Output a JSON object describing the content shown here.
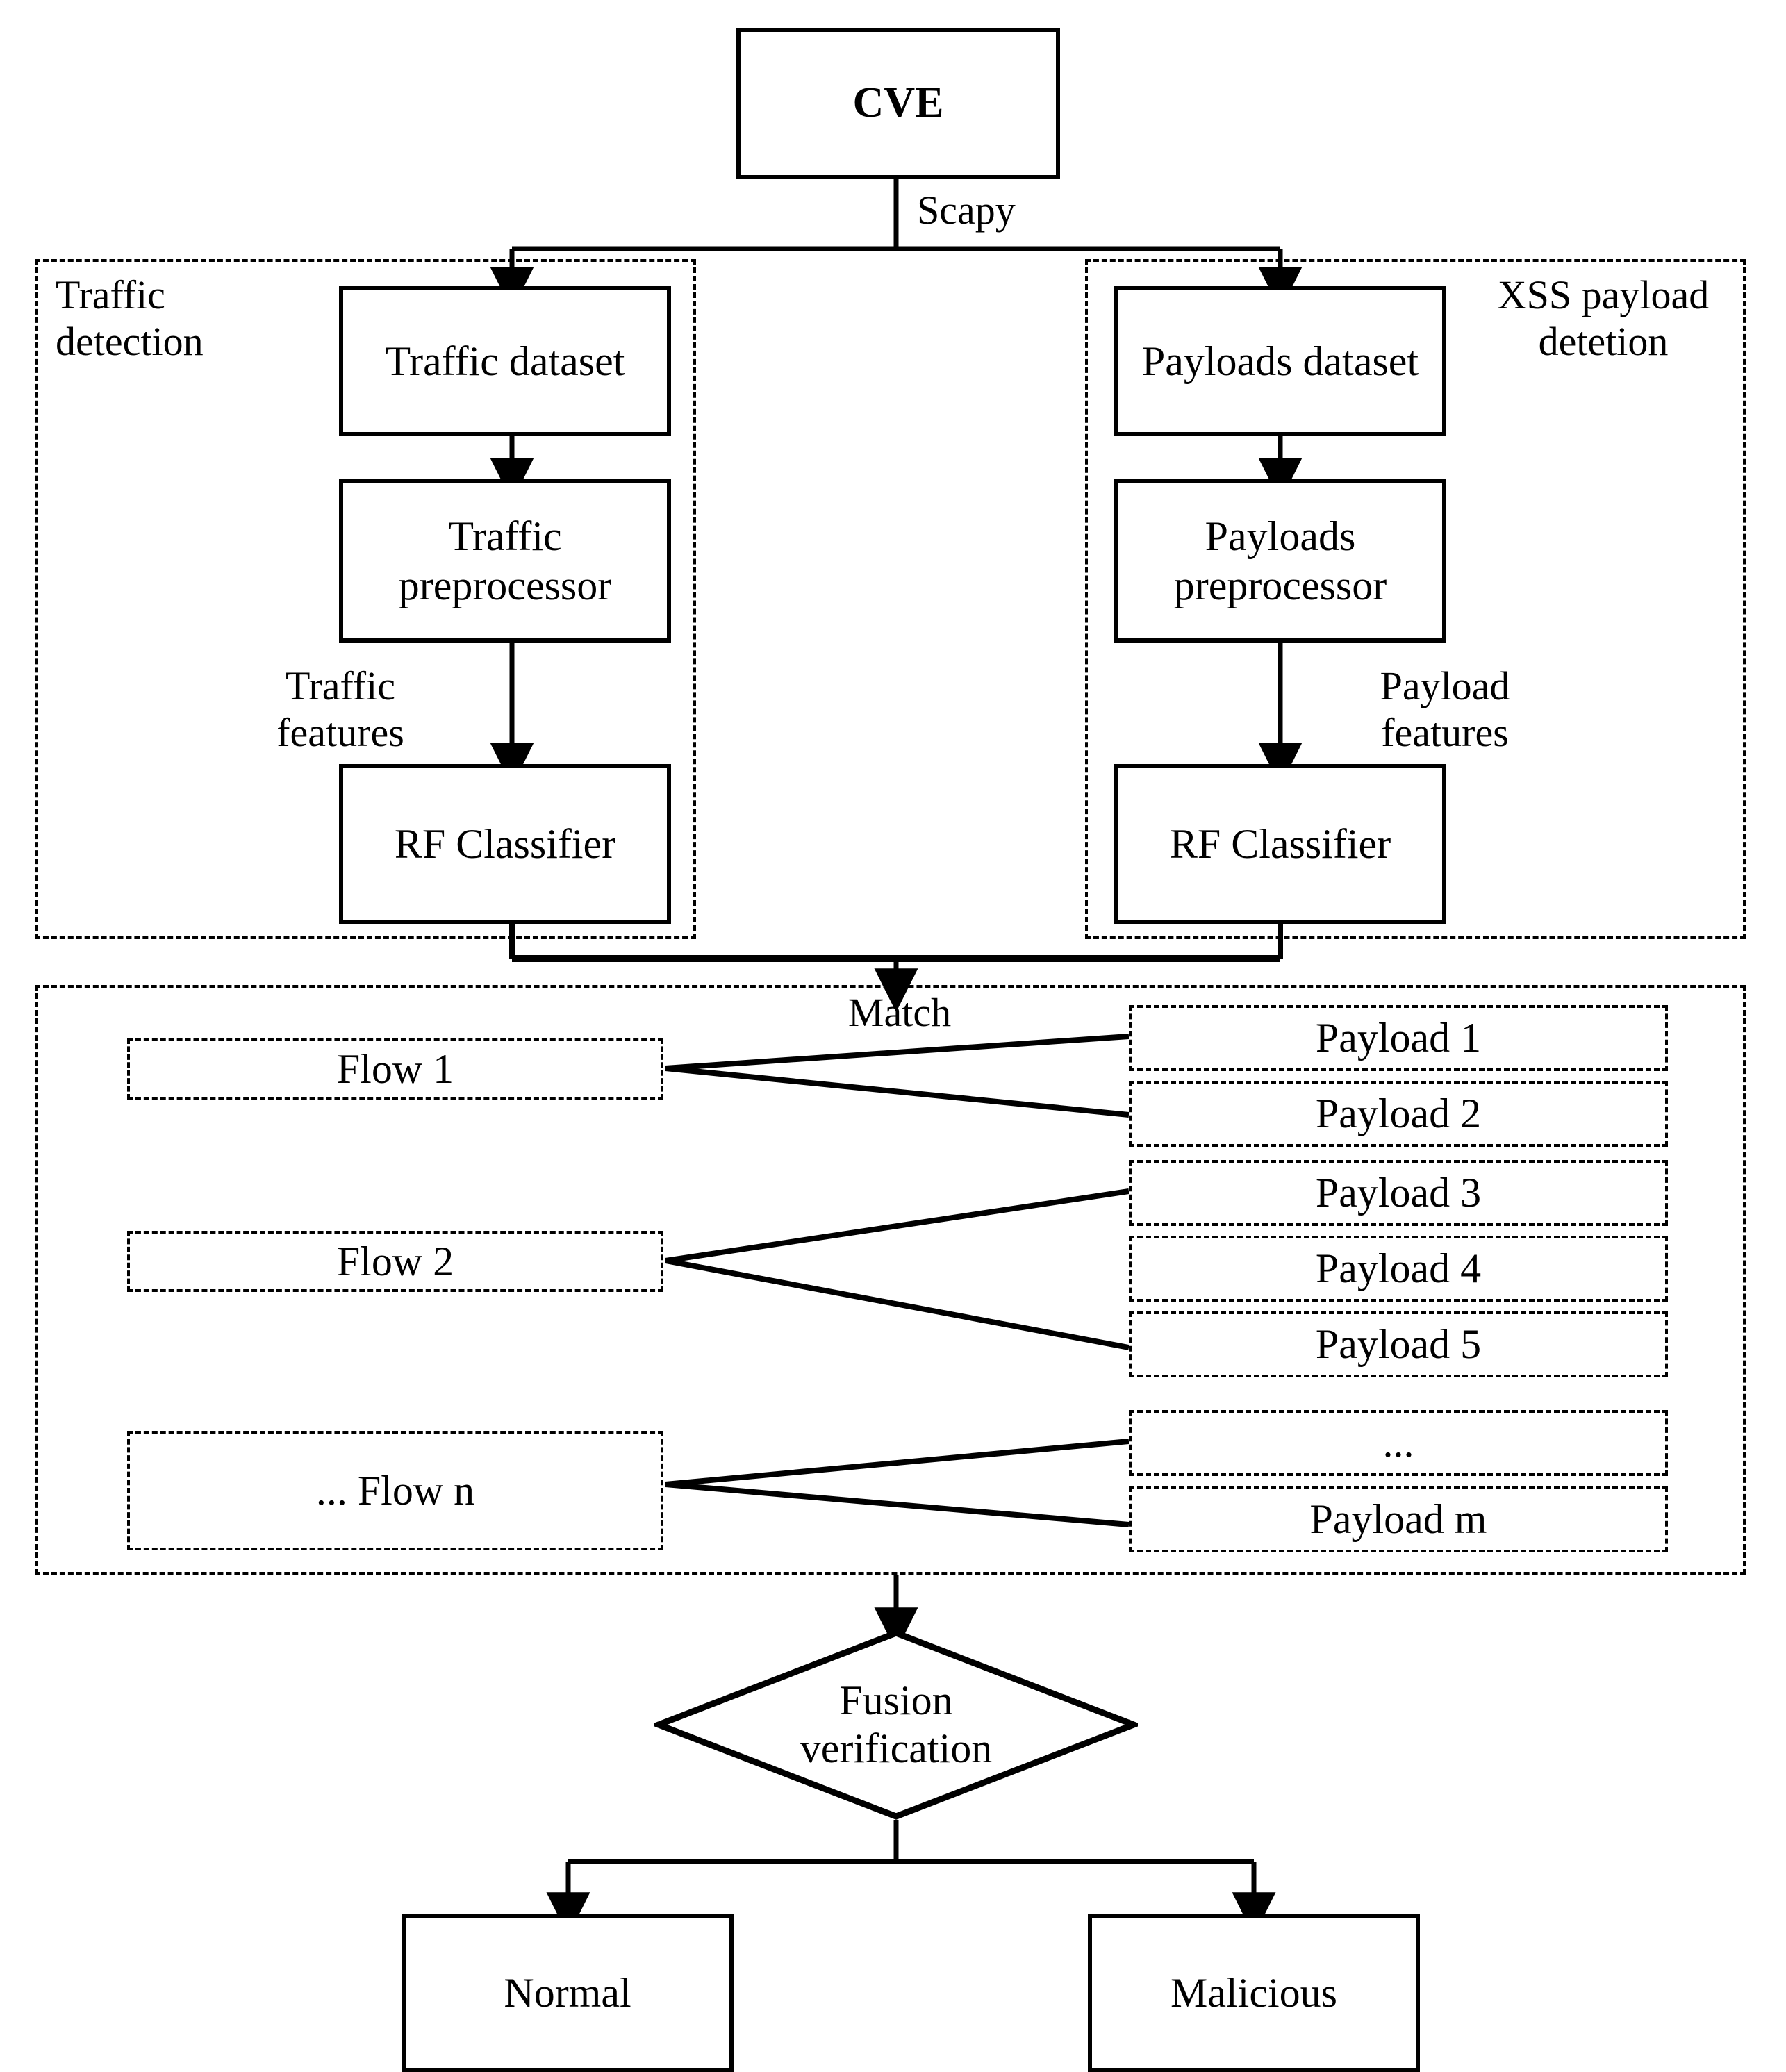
{
  "diagram": {
    "title": "XSS detection framework flowchart",
    "source_node": {
      "label": "CVE"
    },
    "scapy_label": "Scapy",
    "match_label": "Match",
    "groups": [
      {
        "id": "traffic-detection",
        "label": "Traffic\ndetection"
      },
      {
        "id": "xss-payload-detection",
        "label": "XSS payload\ndetetion"
      },
      {
        "id": "match-group",
        "label": ""
      }
    ],
    "traffic_branch": {
      "dataset": "Traffic dataset",
      "preprocessor": "Traffic\npreprocessor",
      "features_label": "Traffic\nfeatures",
      "classifier": "RF\nClassifier"
    },
    "payload_branch": {
      "dataset": "Payloads dataset",
      "preprocessor": "Payloads\npreprocessor",
      "features_label": "Payload\nfeatures",
      "classifier": "RF\nClassifier"
    },
    "flows": [
      {
        "id": "flow-1",
        "label": "Flow 1"
      },
      {
        "id": "flow-2",
        "label": "Flow 2"
      },
      {
        "id": "flow-n",
        "label": "...\nFlow n"
      }
    ],
    "payloads": [
      {
        "id": "payload-1",
        "label": "Payload 1"
      },
      {
        "id": "payload-2",
        "label": "Payload 2"
      },
      {
        "id": "payload-3",
        "label": "Payload 3"
      },
      {
        "id": "payload-4",
        "label": "Payload 4"
      },
      {
        "id": "payload-5",
        "label": "Payload 5"
      },
      {
        "id": "payload-ellipsis",
        "label": "..."
      },
      {
        "id": "payload-m",
        "label": "Payload m"
      }
    ],
    "decision": {
      "label": "Fusion\nverification"
    },
    "outcomes": [
      {
        "id": "normal",
        "label": "Normal"
      },
      {
        "id": "malicious",
        "label": "Malicious"
      }
    ],
    "colors": {
      "stroke": "#000000",
      "fill": "#ffffff",
      "text": "#000000"
    }
  }
}
